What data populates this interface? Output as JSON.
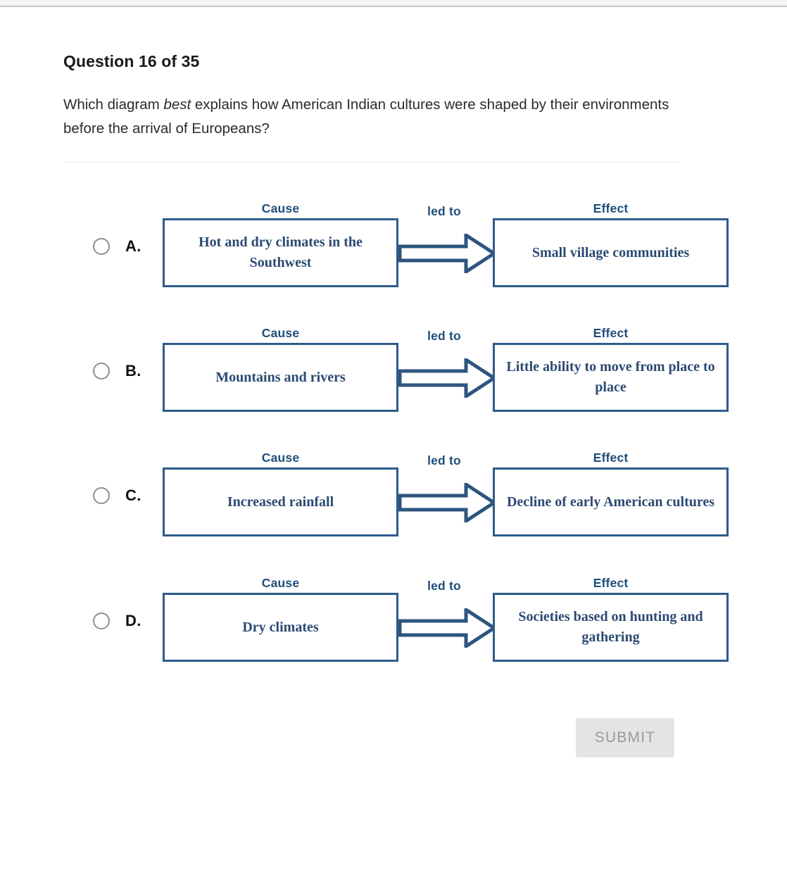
{
  "page": {
    "title": "Question 16 of 35",
    "question_prefix": "Which diagram ",
    "question_emphasis": "best",
    "question_suffix": " explains how American Indian cultures were shaped by their environments before the arrival of Europeans?"
  },
  "labels": {
    "cause": "Cause",
    "effect": "Effect",
    "connector": "led to"
  },
  "colors": {
    "box_border": "#2e5b8c",
    "box_text": "#2b4a72",
    "caption": "#1f4e79",
    "arrow_stroke": "#2d5580",
    "radio_border": "#8e8e8e",
    "submit_background": "#e4e4e4",
    "submit_text": "#9a9a9a",
    "divider": "#e6e6e6",
    "top_strip": "#f4f4f4"
  },
  "options": [
    {
      "letter": "A.",
      "cause_label": "Cause",
      "effect_label": "Effect",
      "connector": "led to",
      "cause": "Hot and dry climates in the Southwest",
      "effect": "Small village communities",
      "selected": false
    },
    {
      "letter": "B.",
      "cause_label": "Cause",
      "effect_label": "Effect",
      "connector": "led to",
      "cause": "Mountains and rivers",
      "effect": "Little ability to move from place to place",
      "selected": false
    },
    {
      "letter": "C.",
      "cause_label": "Cause",
      "effect_label": "Effect",
      "connector": "led to",
      "cause": "Increased rainfall",
      "effect": "Decline of early American cultures",
      "selected": false
    },
    {
      "letter": "D.",
      "cause_label": "Cause",
      "effect_label": "Effect",
      "connector": "led to",
      "cause": "Dry climates",
      "effect": "Societies based on hunting and gathering",
      "selected": false
    }
  ],
  "submit": {
    "label": "SUBMIT"
  }
}
